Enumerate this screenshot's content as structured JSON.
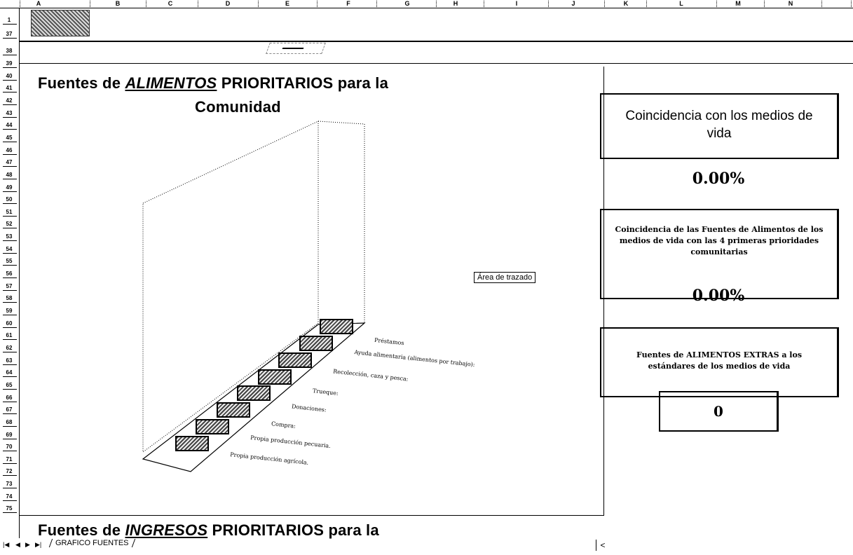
{
  "column_headers": [
    "A",
    "B",
    "C",
    "D",
    "E",
    "F",
    "G",
    "H",
    "I",
    "J",
    "K",
    "L",
    "M",
    "N"
  ],
  "row_headers": [
    "1",
    "37",
    "38",
    "39",
    "40",
    "41",
    "42",
    "43",
    "44",
    "45",
    "46",
    "47",
    "48",
    "49",
    "50",
    "51",
    "52",
    "53",
    "54",
    "55",
    "56",
    "57",
    "58",
    "59",
    "60",
    "61",
    "62",
    "63",
    "64",
    "65",
    "66",
    "67",
    "68",
    "69",
    "70",
    "71",
    "72",
    "73",
    "74",
    "75"
  ],
  "main_title": {
    "prefix": "Fuentes de ",
    "emphasis": "ALIMENTOS",
    "suffix": " PRIORITARIOS para la",
    "line2": "Comunidad"
  },
  "chart_data": {
    "type": "bar",
    "categories": [
      "Propia producción agrícola.",
      "Propia producción pecuaria.",
      "Compra:",
      "Donaciones:",
      "Trueque:",
      "Recolección, caza y pesca:",
      "Ayuda alimentaria (alimentos por trabajo):",
      "Préstamos"
    ],
    "values": [
      0,
      0,
      0,
      0,
      0,
      0,
      0,
      0
    ],
    "plot_area_label": "Área de trazado"
  },
  "side_panel": {
    "coincidence_title": "Coincidencia con los medios de vida",
    "coincidence_value": "0.00%",
    "coincidence4_title": "Coincidencia de las Fuentes de Alimentos de los medios de vida con las 4 primeras prioridades comunitarias",
    "coincidence4_value": "0.00%",
    "extras_title": "Fuentes de ALIMENTOS EXTRAS a los estándares de los medios de vida",
    "extras_value": "0"
  },
  "second_title": {
    "prefix": "Fuentes de ",
    "emphasis": "INGRESOS",
    "suffix": " PRIORITARIOS para la"
  },
  "sheet_tabs": {
    "nav": [
      "|◀",
      "◀",
      "▶",
      "▶|"
    ],
    "active_tab": "GRAFICO FUENTES"
  }
}
